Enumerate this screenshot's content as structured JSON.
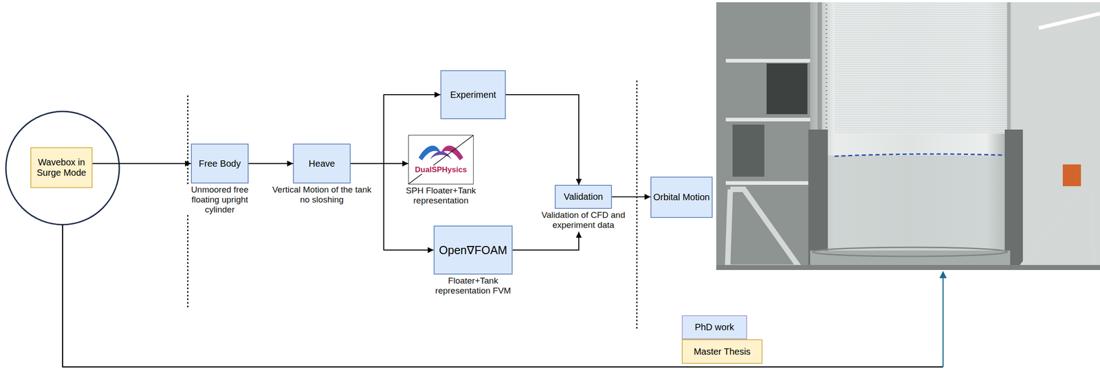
{
  "diagram": {
    "nodes": [
      {
        "text": [
          "Wavebox in Surge Mode"
        ]
      },
      {
        "text": [
          "Free Body",
          "Unmoored free floating upright cylinder"
        ]
      },
      {
        "text": [
          "Heave",
          "Vertical Motion of the tank no sloshing"
        ]
      },
      {
        "text": [
          "Experiment"
        ]
      },
      {
        "text": [
          "DualSPHysics",
          "SPH Floater+Tank representation"
        ]
      },
      {
        "text": [
          "Open∇FOAM",
          "Floater+Tank representation FVM"
        ]
      },
      {
        "text": [
          "Validation",
          "Validation of CFD and experiment data"
        ]
      },
      {
        "text": [
          "Orbital Motion"
        ]
      }
    ],
    "edges": [
      {
        "from": 0,
        "to": 1,
        "arrow": "to"
      },
      {
        "from": 1,
        "to": 2,
        "arrow": "to"
      },
      {
        "from": 2,
        "to": 3,
        "arrow": "to"
      },
      {
        "from": 2,
        "to": 4,
        "arrow": "to"
      },
      {
        "from": 2,
        "to": 5,
        "arrow": "to"
      },
      {
        "from": 3,
        "to": 6,
        "arrow": "to"
      },
      {
        "from": 5,
        "to": 6,
        "arrow": "to"
      },
      {
        "from": 6,
        "to": 7,
        "arrow": "to"
      }
    ],
    "legend": [
      {
        "text": "PhD work",
        "color": "#dae8fc"
      },
      {
        "text": "Master Thesis",
        "color": "#fff2cc"
      }
    ]
  }
}
